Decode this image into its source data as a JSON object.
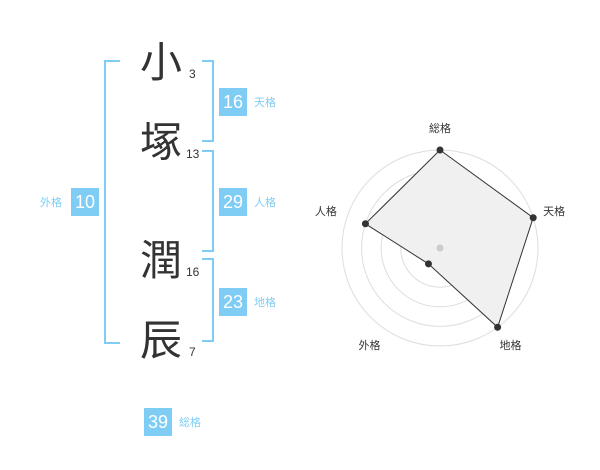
{
  "name": {
    "characters": [
      {
        "char": "小",
        "strokes": "3"
      },
      {
        "char": "塚",
        "strokes": "13"
      },
      {
        "char": "潤",
        "strokes": "16"
      },
      {
        "char": "辰",
        "strokes": "7"
      }
    ]
  },
  "fortunes": {
    "tenkaku": {
      "value": "16",
      "label": "天格"
    },
    "jinkaku": {
      "value": "29",
      "label": "人格"
    },
    "chikaku": {
      "value": "23",
      "label": "地格"
    },
    "gaikaku": {
      "value": "10",
      "label": "外格"
    },
    "soukaku": {
      "value": "39",
      "label": "総格"
    }
  },
  "colors": {
    "accent": "#7fcdf5",
    "text": "#333333",
    "polygon_fill": "#f0f0f0",
    "grid": "#dddddd"
  },
  "chart_data": {
    "type": "radar",
    "axes": [
      "総格",
      "天格",
      "地格",
      "外格",
      "人格"
    ],
    "values": [
      5,
      5,
      5,
      1,
      4
    ],
    "max": 5,
    "rings": 5
  }
}
